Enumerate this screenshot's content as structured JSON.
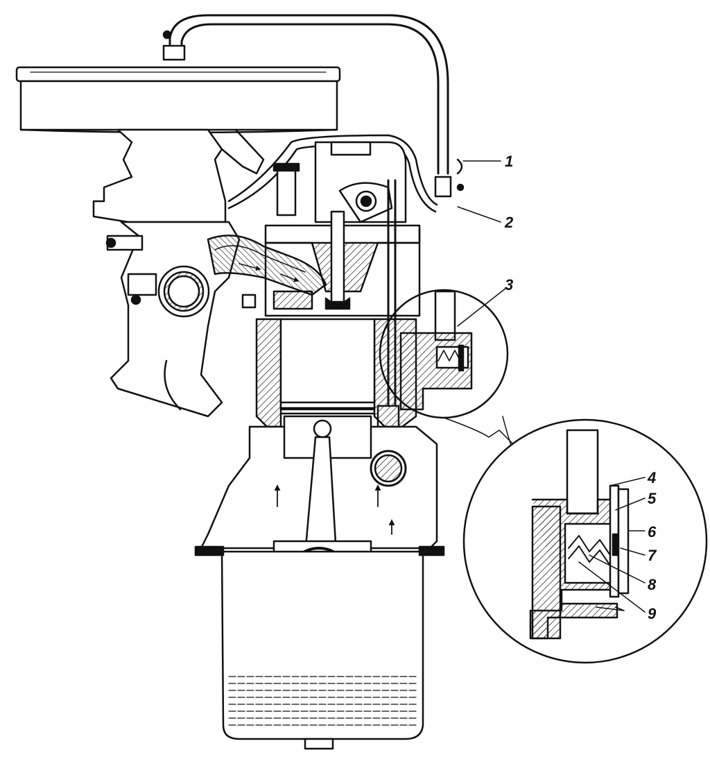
{
  "diagram": {
    "callouts": [
      {
        "id": "1",
        "label": "1"
      },
      {
        "id": "2",
        "label": "2"
      },
      {
        "id": "3",
        "label": "3"
      },
      {
        "id": "4",
        "label": "4"
      },
      {
        "id": "5",
        "label": "5"
      },
      {
        "id": "6",
        "label": "6"
      },
      {
        "id": "7",
        "label": "7"
      },
      {
        "id": "8",
        "label": "8"
      },
      {
        "id": "9",
        "label": "9"
      }
    ],
    "colors": {
      "ink": "#111111",
      "paper": "#ffffff",
      "hatch": "#333333"
    }
  }
}
